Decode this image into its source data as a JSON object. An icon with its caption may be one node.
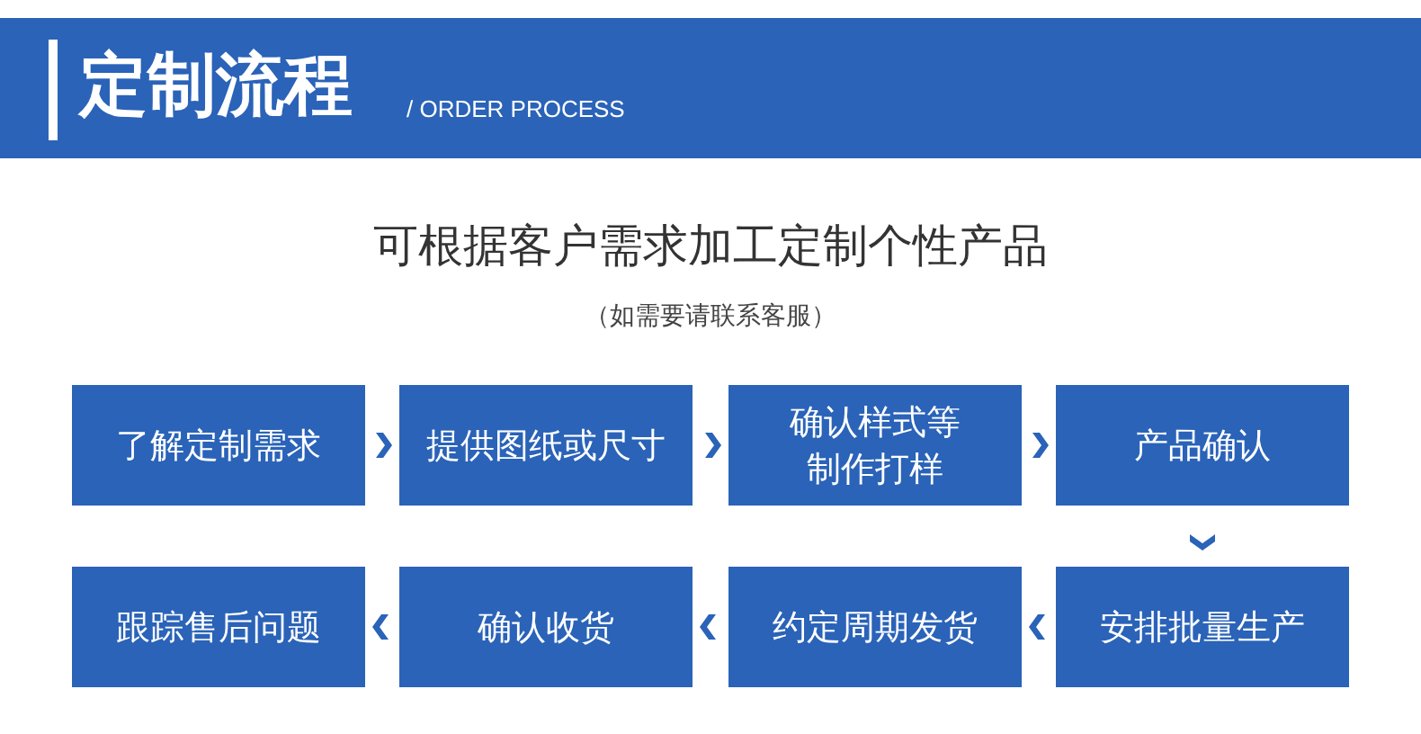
{
  "diagram": {
    "title": "定制流程",
    "labels": [
      "/ ORDER PROCESS",
      "可根据客户需求加工定制个性产品",
      "（如需要请联系客服）"
    ],
    "nodes": [
      {
        "text": [
          "了解定制需求"
        ]
      },
      {
        "text": [
          "提供图纸或尺寸"
        ]
      },
      {
        "text": [
          "确认样式等制作打样"
        ]
      },
      {
        "text": [
          "产品确认"
        ]
      },
      {
        "text": [
          "跟踪售后问题"
        ]
      },
      {
        "text": [
          "确认收货"
        ]
      },
      {
        "text": [
          "约定周期发货"
        ]
      },
      {
        "text": [
          "安排批量生产"
        ]
      }
    ],
    "edges": [
      {
        "from": 0,
        "to": 1,
        "arrow": "to"
      },
      {
        "from": 1,
        "to": 2,
        "arrow": "to"
      },
      {
        "from": 2,
        "to": 3,
        "arrow": "to"
      },
      {
        "from": 3,
        "to": 7,
        "arrow": "to"
      },
      {
        "from": 7,
        "to": 6,
        "arrow": "to"
      },
      {
        "from": 6,
        "to": 5,
        "arrow": "to"
      },
      {
        "from": 5,
        "to": 4,
        "arrow": "to"
      }
    ]
  }
}
